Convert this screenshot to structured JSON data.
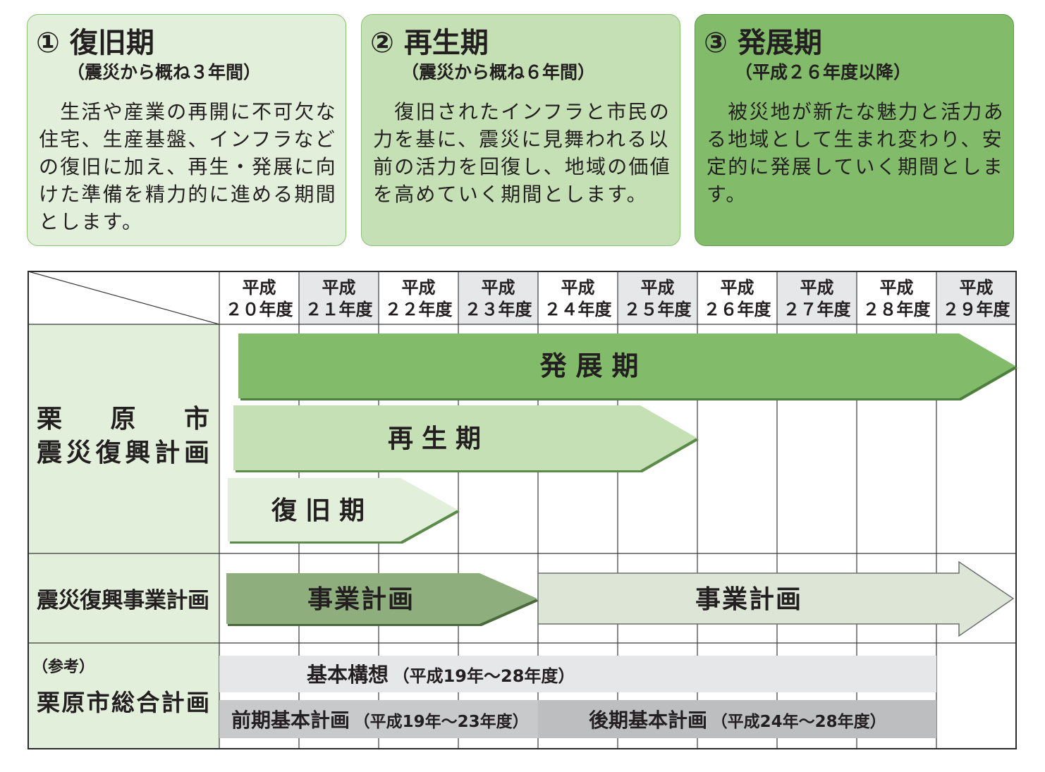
{
  "phases": [
    {
      "number": "①",
      "title": "復旧期",
      "subtitle": "（震災から概ね３年間）",
      "lines": [
        "　生活や産業の再開に不可欠な",
        "住宅、生産基盤、インフラなど",
        "の復旧に加え、再生・発展に向",
        "けた準備を精力的に進める期間",
        "とします。"
      ]
    },
    {
      "number": "②",
      "title": "再生期",
      "subtitle": "（震災から概ね６年間）",
      "lines": [
        "　復旧されたインフラと市民の",
        "力を基に、震災に見舞われる以",
        "前の活力を回復し、地域の価値",
        "を高めていく期間とします。"
      ]
    },
    {
      "number": "③",
      "title": "発展期",
      "subtitle": "（平成２６年度以降）",
      "lines": [
        "　被災地が新たな魅力と活力あ",
        "る地域として生まれ変わり、安",
        "定的に発展していく期間としま",
        "す。"
      ]
    }
  ],
  "table": {
    "years": [
      {
        "era": "平成",
        "fy": "２０年度"
      },
      {
        "era": "平成",
        "fy": "２１年度"
      },
      {
        "era": "平成",
        "fy": "２２年度"
      },
      {
        "era": "平成",
        "fy": "２３年度"
      },
      {
        "era": "平成",
        "fy": "２４年度"
      },
      {
        "era": "平成",
        "fy": "２５年度"
      },
      {
        "era": "平成",
        "fy": "２６年度"
      },
      {
        "era": "平成",
        "fy": "２７年度"
      },
      {
        "era": "平成",
        "fy": "２８年度"
      },
      {
        "era": "平成",
        "fy": "２９年度"
      }
    ],
    "recovery_plan": {
      "label_top": "栗原市",
      "label_bottom": "震災復興計画",
      "development": "発展期",
      "regeneration": "再生期",
      "restoration": "復旧期"
    },
    "project_plan": {
      "label": "震災復興事業計画",
      "first": "事業計画",
      "second": "事業計画"
    },
    "reference": {
      "note": "（参考）",
      "label": "栗原市総合計画",
      "vision": {
        "name": "基本構想",
        "period": "（平成19年～28年度）"
      },
      "early": {
        "name": "前期基本計画",
        "period": "（平成19年～23年度）"
      },
      "late": {
        "name": "後期基本計画",
        "period": "（平成24年～28年度）"
      }
    }
  },
  "colors": {
    "restoration": "#e2efda",
    "regeneration": "#c5e0b4",
    "development": "#82bc6b",
    "project_first": "#8fae7e",
    "project_second": "#dde5d7",
    "left_column": "#e2efda",
    "header_alt": "#e6e7e8",
    "vision_bar": "#e6e7e8",
    "early_bar": "#c8c9cb",
    "late_bar": "#bcbec0"
  }
}
